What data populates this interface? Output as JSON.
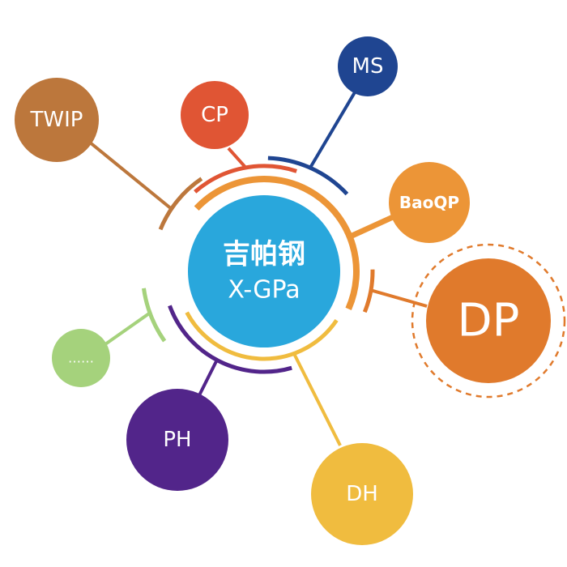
{
  "center": {
    "title_cn": "吉帕钢",
    "title_en": "X-GPa",
    "color": "#29a7dc"
  },
  "nodes": [
    {
      "id": "twip",
      "label": "TWIP",
      "color": "#bc773c"
    },
    {
      "id": "cp",
      "label": "CP",
      "color": "#e05534"
    },
    {
      "id": "ms",
      "label": "MS",
      "color": "#1f4591"
    },
    {
      "id": "baoqp",
      "label": "BaoQP",
      "color": "#ec9537"
    },
    {
      "id": "dp",
      "label": "DP",
      "color": "#e07a2c"
    },
    {
      "id": "more",
      "label": "……",
      "color": "#a5d27c"
    },
    {
      "id": "ph",
      "label": "PH",
      "color": "#52258a"
    },
    {
      "id": "dh",
      "label": "DH",
      "color": "#f0bc3f"
    }
  ]
}
